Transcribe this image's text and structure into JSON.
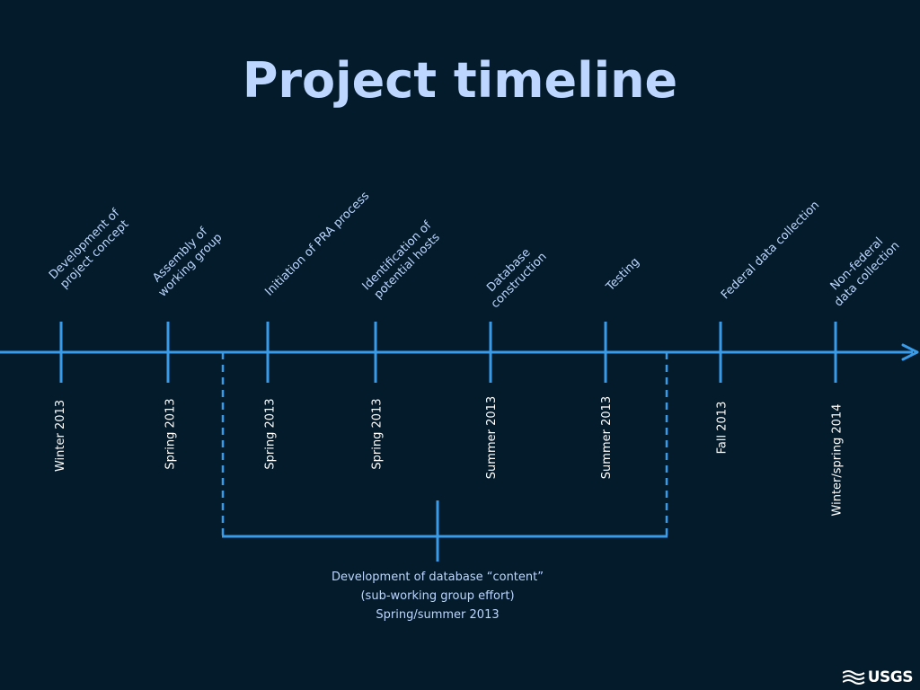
{
  "slide": {
    "title": "Project timeline"
  },
  "timeline": {
    "events": [
      {
        "label_lines": [
          "Development of",
          "project concept"
        ],
        "date": "Winter 2013"
      },
      {
        "label_lines": [
          "Assembly of",
          "working group"
        ],
        "date": "Spring 2013"
      },
      {
        "label_lines": [
          "Initiation of PRA process"
        ],
        "date": "Spring 2013"
      },
      {
        "label_lines": [
          "Identification of",
          "potential hosts"
        ],
        "date": "Spring 2013"
      },
      {
        "label_lines": [
          "Database",
          "construction"
        ],
        "date": "Summer 2013"
      },
      {
        "label_lines": [
          "Testing"
        ],
        "date": "Summer 2013"
      },
      {
        "label_lines": [
          "Federal data collection"
        ],
        "date": "Fall 2013"
      },
      {
        "label_lines": [
          "Non-federal",
          "data collection"
        ],
        "date": "Winter/spring 2014"
      }
    ],
    "bracket_note": [
      "Development of database “content”",
      "(sub-working group effort)",
      "Spring/summer 2013"
    ]
  },
  "colors": {
    "background": "#031b2b",
    "line": "#3a9be8",
    "title": "#bcd6ff",
    "event_text": "#bcd6ff",
    "date_text": "#ffffff"
  },
  "logo": {
    "text": "USGS",
    "icon": "usgs-wave-icon"
  }
}
